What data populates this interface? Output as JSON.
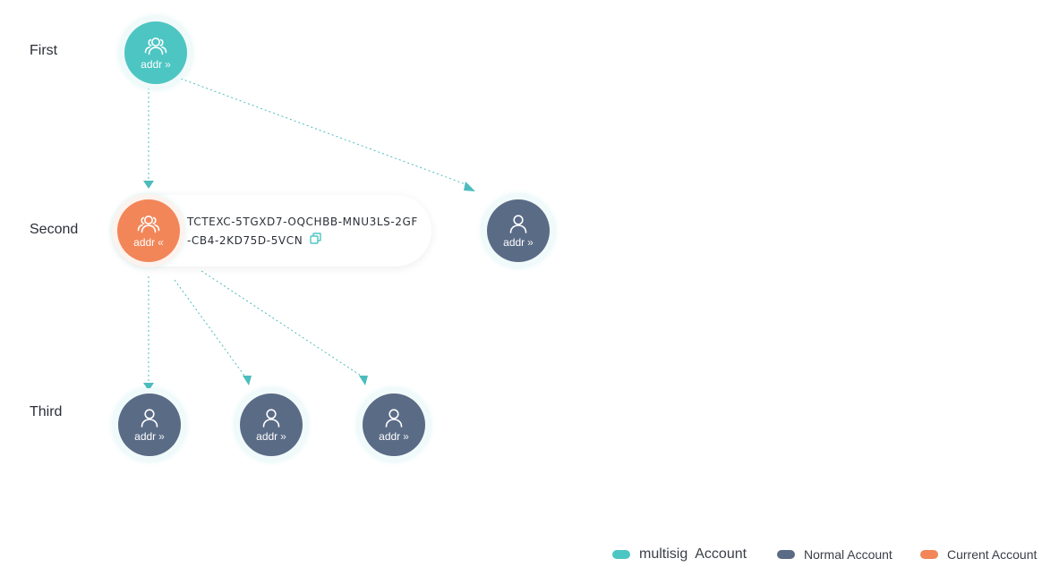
{
  "levels": [
    "First",
    "Second",
    "Third"
  ],
  "node_label": "addr",
  "current_account": {
    "address": "TCTEXC-5TGXD7-OQCHBB-MNU3LS-2GF-CB4-2KD75D-5VCN"
  },
  "legend": {
    "multisig": "multisig  Account",
    "normal": "Normal Account",
    "current": "Current Account"
  },
  "colors": {
    "multisig": "#4dc5c3",
    "normal": "#5a6b86",
    "current": "#f28659",
    "connector": "#4dbcbc"
  },
  "icons": {
    "multi_user": "users-icon",
    "single_user": "user-icon",
    "expand": "double-chevron-right-icon",
    "collapse": "double-chevron-left-icon",
    "copy": "copy-icon"
  }
}
